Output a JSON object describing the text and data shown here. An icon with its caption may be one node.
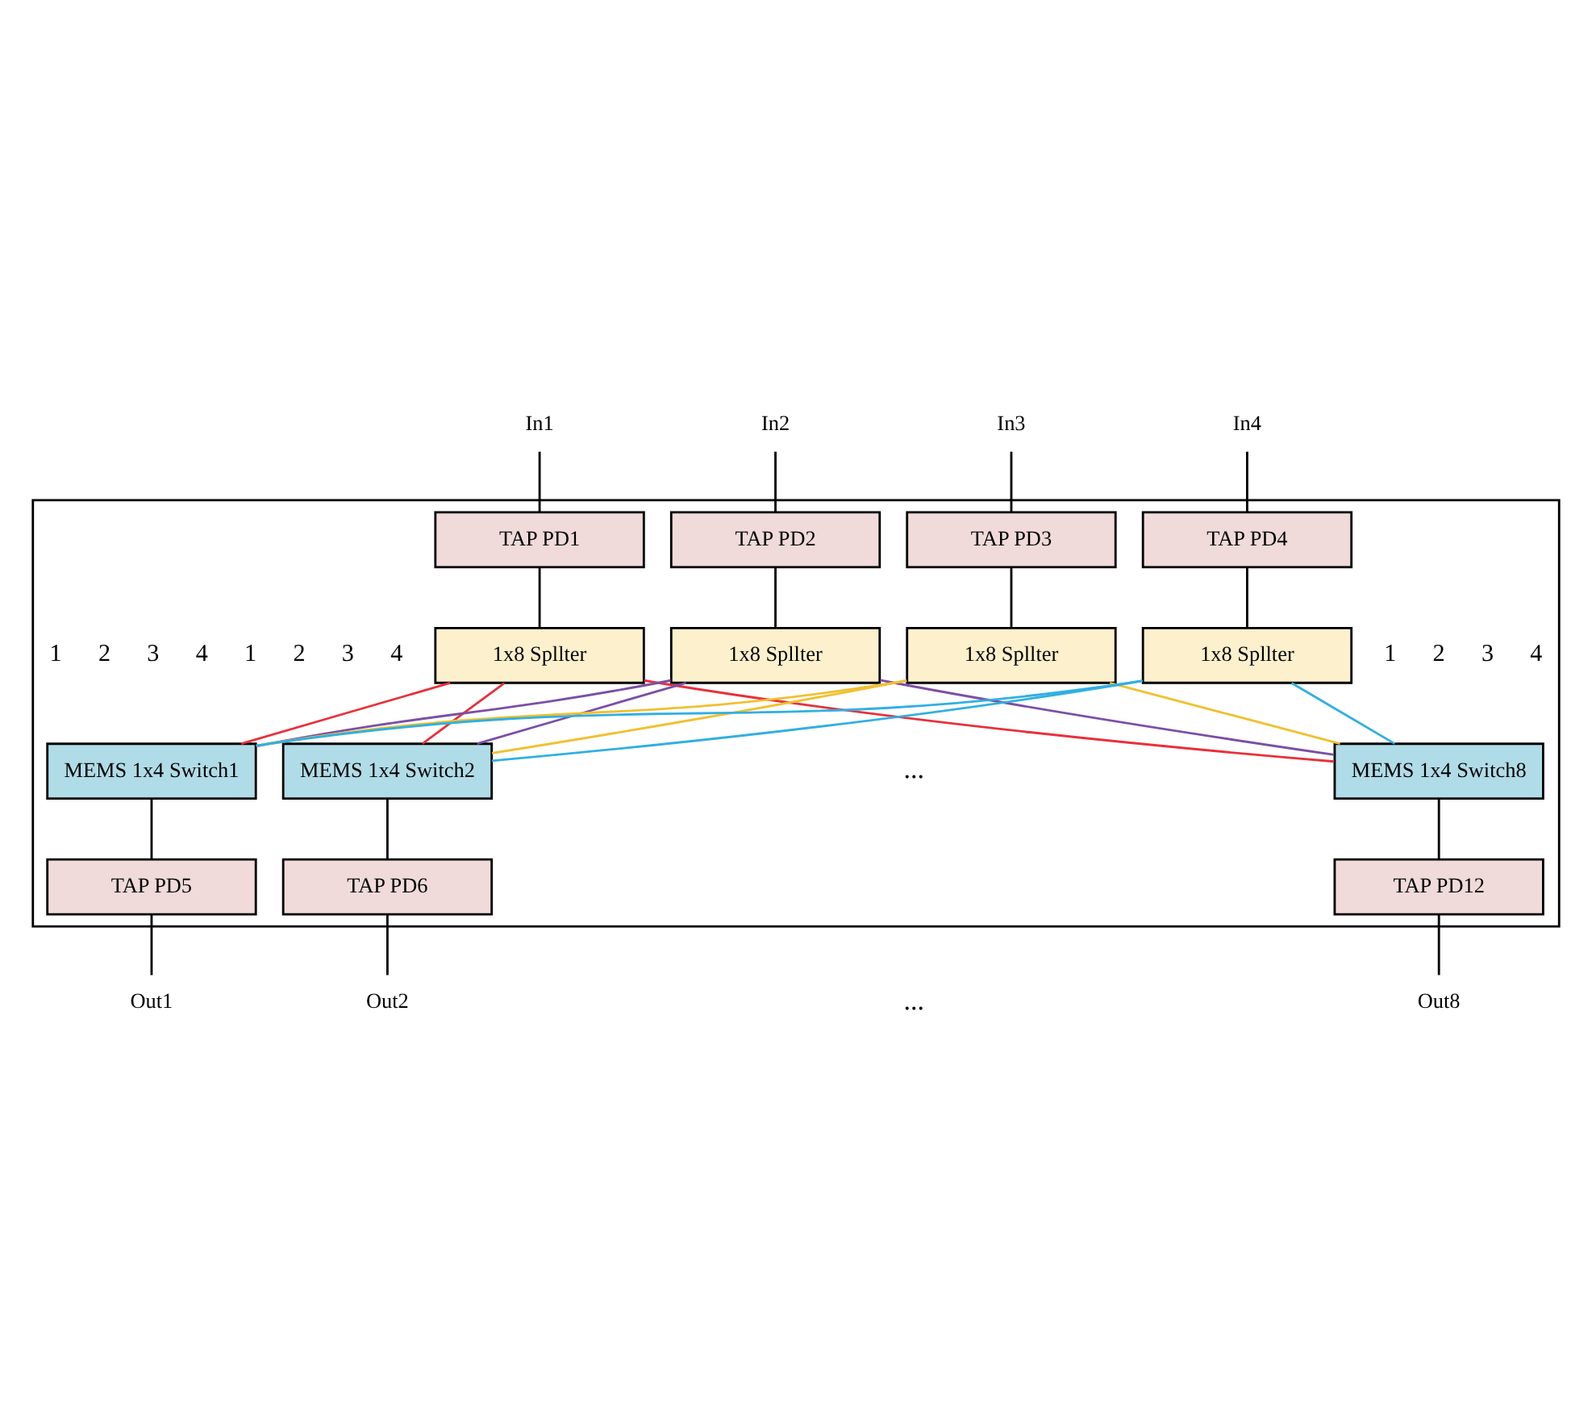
{
  "diagram": {
    "nodes": [
      {
        "text": [],
        "shape": "box"
      },
      {
        "text": [
          "In1"
        ]
      },
      {
        "text": [
          "In2"
        ]
      },
      {
        "text": [
          "In3"
        ]
      },
      {
        "text": [
          "In4"
        ]
      },
      {
        "text": [
          "TAP PD1"
        ],
        "in": 0
      },
      {
        "text": [
          "TAP PD2"
        ],
        "in": 0
      },
      {
        "text": [
          "TAP PD3"
        ],
        "in": 0
      },
      {
        "text": [
          "TAP PD4"
        ],
        "in": 0
      },
      {
        "text": [
          "1x8 Spllter"
        ],
        "in": 0
      },
      {
        "text": [
          "1x8 Spllter"
        ],
        "in": 0
      },
      {
        "text": [
          "1x8 Spllter"
        ],
        "in": 0
      },
      {
        "text": [
          "1x8 Spllter"
        ],
        "in": 0
      },
      {
        "text": [
          "MEMS 1x4 Switch1"
        ],
        "in": 0
      },
      {
        "text": [
          "MEMS 1x4 Switch2"
        ],
        "in": 0
      },
      {
        "text": [
          "MEMS 1x4 Switch8"
        ],
        "in": 0
      },
      {
        "text": [
          "TAP PD5"
        ],
        "in": 0
      },
      {
        "text": [
          "TAP PD6"
        ],
        "in": 0
      },
      {
        "text": [
          "TAP PD12"
        ],
        "in": 0
      },
      {
        "text": [
          "Out1"
        ]
      },
      {
        "text": [
          "Out2"
        ]
      },
      {
        "text": [
          "Out8"
        ]
      }
    ],
    "edges": [
      {
        "from": 1,
        "to": 5,
        "arrow": "none"
      },
      {
        "from": 2,
        "to": 6,
        "arrow": "none"
      },
      {
        "from": 3,
        "to": 7,
        "arrow": "none"
      },
      {
        "from": 4,
        "to": 8,
        "arrow": "none"
      },
      {
        "from": 5,
        "to": 9,
        "arrow": "none"
      },
      {
        "from": 6,
        "to": 10,
        "arrow": "none"
      },
      {
        "from": 7,
        "to": 11,
        "arrow": "none"
      },
      {
        "from": 8,
        "to": 12,
        "arrow": "none"
      },
      {
        "from": 9,
        "to": 13,
        "arrow": "none",
        "color": "#e8303a"
      },
      {
        "from": 9,
        "to": 14,
        "arrow": "none",
        "color": "#e8303a"
      },
      {
        "from": 9,
        "to": 15,
        "arrow": "none",
        "color": "#e8303a"
      },
      {
        "from": 10,
        "to": 13,
        "arrow": "none",
        "color": "#7b4fa6"
      },
      {
        "from": 10,
        "to": 14,
        "arrow": "none",
        "color": "#7b4fa6"
      },
      {
        "from": 10,
        "to": 15,
        "arrow": "none",
        "color": "#7b4fa6"
      },
      {
        "from": 11,
        "to": 13,
        "arrow": "none",
        "color": "#f0c030"
      },
      {
        "from": 11,
        "to": 14,
        "arrow": "none",
        "color": "#f0c030"
      },
      {
        "from": 11,
        "to": 15,
        "arrow": "none",
        "color": "#f0c030"
      },
      {
        "from": 12,
        "to": 13,
        "arrow": "none",
        "color": "#30b0e0"
      },
      {
        "from": 12,
        "to": 14,
        "arrow": "none",
        "color": "#30b0e0"
      },
      {
        "from": 12,
        "to": 15,
        "arrow": "none",
        "color": "#30b0e0"
      },
      {
        "from": 13,
        "to": 16,
        "arrow": "none"
      },
      {
        "from": 14,
        "to": 17,
        "arrow": "none"
      },
      {
        "from": 15,
        "to": 18,
        "arrow": "none"
      },
      {
        "from": 16,
        "to": 19,
        "arrow": "none"
      },
      {
        "from": 17,
        "to": 20,
        "arrow": "none"
      },
      {
        "from": 18,
        "to": 21,
        "arrow": "none"
      }
    ],
    "labels": [
      "1",
      "2",
      "3",
      "4",
      "1",
      "2",
      "3",
      "4",
      "1",
      "2",
      "3",
      "4",
      "...",
      "..."
    ]
  }
}
